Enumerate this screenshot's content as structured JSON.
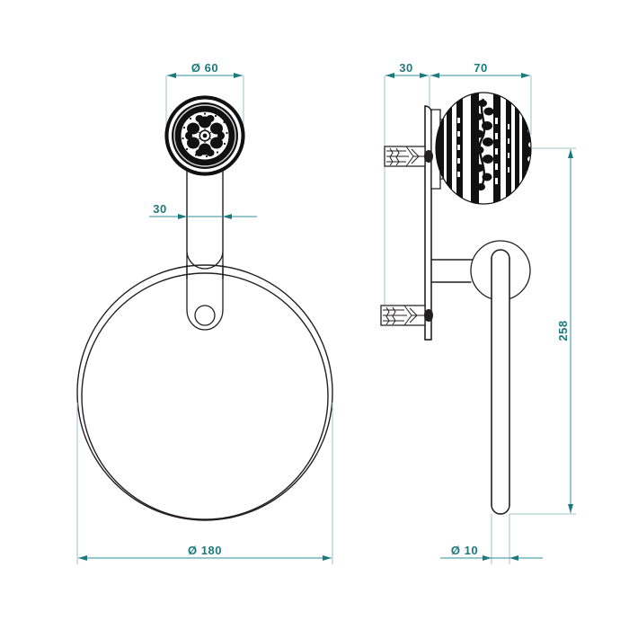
{
  "drawing": {
    "title": "Towel ring technical drawing",
    "background_color": "#ffffff",
    "line_color": "#231f20",
    "dimension_color": "#1c7a7f",
    "extension_color": "#9fc4c6",
    "views": [
      {
        "name": "front-view",
        "label": ""
      },
      {
        "name": "side-view",
        "label": ""
      }
    ],
    "dimensions": {
      "knob_diameter": "Ø  60",
      "bracket_width": "30",
      "ring_diameter": "Ø  180",
      "plate_depth": "30",
      "knob_depth": "70",
      "total_height": "258",
      "rod_diameter": "Ø  10"
    }
  }
}
